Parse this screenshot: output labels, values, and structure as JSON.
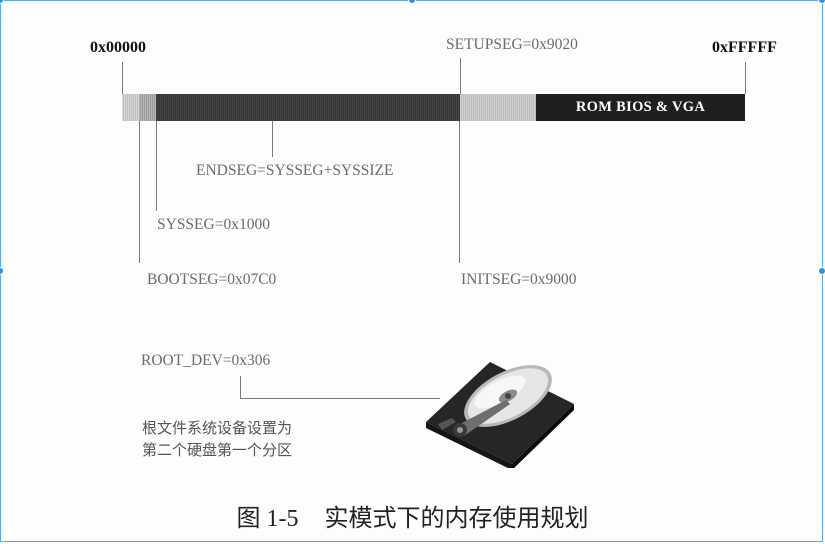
{
  "diagram": {
    "start_address": "0x00000",
    "end_address": "0xFFFFF",
    "setupseg": "SETUPSEG=0x9020",
    "rom_label": "ROM BIOS & VGA",
    "endseg": "ENDSEG=SYSSEG+SYSSIZE",
    "sysseg": "SYSSEG=0x1000",
    "bootseg": "BOOTSEG=0x07C0",
    "initseg": "INITSEG=0x9000",
    "root_dev": "ROOT_DEV=0x306",
    "root_note_line1": "根文件系统设备设置为",
    "root_note_line2": "第二个硬盘第一个分区"
  },
  "caption": {
    "number": "图 1-5",
    "text": "实模式下的内存使用规划"
  },
  "colors": {
    "light_segment": "#c9c9c9",
    "dark_segment": "#3e3e3e",
    "rom_segment": "#1f1f1f",
    "selection": "#2f8fe0"
  },
  "icons": [
    "hard-disk-icon"
  ]
}
